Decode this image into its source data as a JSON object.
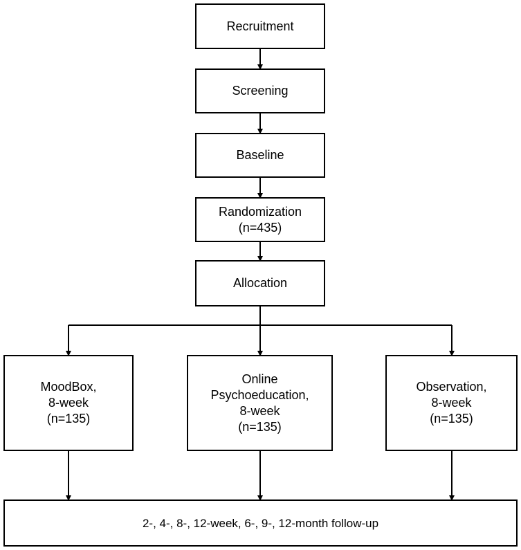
{
  "colors": {
    "stroke": "#000000",
    "background": "#ffffff"
  },
  "nodes": {
    "recruitment": [
      "Recruitment"
    ],
    "screening": [
      "Screening"
    ],
    "baseline": [
      "Baseline"
    ],
    "randomization": [
      "Randomization",
      "(n=435)"
    ],
    "allocation": [
      "Allocation"
    ],
    "moodbox": [
      "MoodBox,",
      "8-week",
      "(n=135)"
    ],
    "psychoeducation": [
      "Online",
      "Psychoeducation,",
      "8-week",
      "(n=135)"
    ],
    "observation": [
      "Observation,",
      "8-week",
      "(n=135)"
    ],
    "followup": [
      "2-, 4-, 8-, 12-week, 6-, 9-, 12-month follow-up"
    ]
  }
}
